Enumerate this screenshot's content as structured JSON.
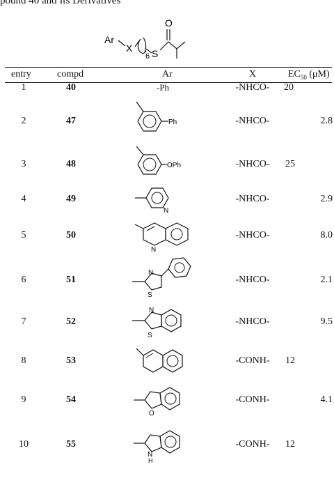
{
  "caption": "pound 40 and Its Derivatives",
  "scaffold": {
    "ar": "Ar",
    "x": "X",
    "n": "6",
    "s": "S",
    "o": "O"
  },
  "headers": {
    "entry": "entry",
    "compd": "compd",
    "ar": "Ar",
    "x": "X",
    "ec50_prefix": "EC",
    "ec50_sub": "50",
    "ec50_unit": " (μM)"
  },
  "rows": [
    {
      "entry": "1",
      "compd": "40",
      "ar_text": "-Ph",
      "x": "-NHCO-",
      "ec50": "20"
    },
    {
      "entry": "2",
      "compd": "47",
      "ar_label": "Ph",
      "x": "-NHCO-",
      "ec50": "2.8"
    },
    {
      "entry": "3",
      "compd": "48",
      "ar_label": "OPh",
      "x": "-NHCO-",
      "ec50": "25"
    },
    {
      "entry": "4",
      "compd": "49",
      "ar_label": "N",
      "x": "-NHCO-",
      "ec50": "2.9"
    },
    {
      "entry": "5",
      "compd": "50",
      "ar_label": "N",
      "x": "-NHCO-",
      "ec50": "8.0"
    },
    {
      "entry": "6",
      "compd": "51",
      "ar_label_n": "N",
      "ar_label_s": "S",
      "x": "-NHCO-",
      "ec50": "2.1"
    },
    {
      "entry": "7",
      "compd": "52",
      "ar_label_n": "N",
      "ar_label_s": "S",
      "x": "-NHCO-",
      "ec50": "9.5"
    },
    {
      "entry": "8",
      "compd": "53",
      "x": "-CONH-",
      "ec50": "12"
    },
    {
      "entry": "9",
      "compd": "54",
      "ar_label": "O",
      "x": "-CONH-",
      "ec50": "4.1"
    },
    {
      "entry": "10",
      "compd": "55",
      "ar_label": "N",
      "ar_label_h": "H",
      "x": "-CONH-",
      "ec50": "12"
    }
  ]
}
